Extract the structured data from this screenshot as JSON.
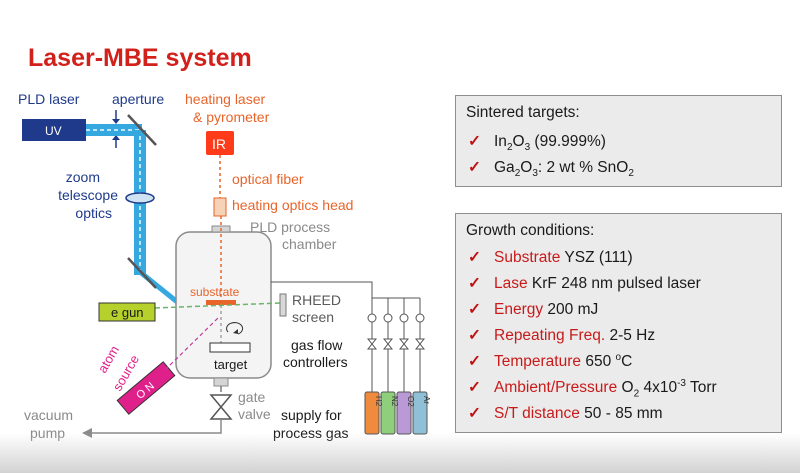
{
  "title": "Laser-MBE system",
  "diagram": {
    "pld_laser": "PLD laser",
    "uv": "UV",
    "aperture": "aperture",
    "zoom_1": "zoom",
    "zoom_2": "telescope",
    "zoom_3": "optics",
    "heating_laser_1": "heating laser",
    "heating_laser_2": "& pyrometer",
    "ir": "IR",
    "optical_fiber": "optical fiber",
    "heating_optics_head": "heating optics head",
    "pld_chamber_1": "PLD process",
    "pld_chamber_2": "chamber",
    "substrate": "substrate",
    "rheed_1": "RHEED",
    "rheed_2": "screen",
    "e_gun": "e gun",
    "atom_source_1": "atom",
    "atom_source_2": "source",
    "on": "O N",
    "target": "target",
    "gas_flow_1": "gas flow",
    "gas_flow_2": "controllers",
    "gate_valve_1": "gate",
    "gate_valve_2": "valve",
    "vacuum_pump_1": "vacuum",
    "vacuum_pump_2": "pump",
    "supply_1": "supply for",
    "supply_2": "process gas",
    "cyl_h2": "H2",
    "cyl_n2": "N2",
    "cyl_o2": "O2",
    "cyl_ar": "Ar"
  },
  "sintered_targets": {
    "heading": "Sintered targets:",
    "items": [
      {
        "pre": "In",
        "s1": "2",
        "mid": "O",
        "s2": "3",
        "post": "  (99.999%)"
      },
      {
        "pre": "Ga",
        "s1": "2",
        "mid": "O",
        "s2": "3",
        "post": ": 2 wt %  SnO",
        "s3": "2"
      }
    ]
  },
  "growth_conditions": {
    "heading": "Growth conditions:",
    "substrate": {
      "label": "Substrate",
      "value": "  YSZ (111)"
    },
    "laser": {
      "label": "Lase",
      "value": " KrF 248 nm pulsed laser"
    },
    "energy": {
      "label": "Energy",
      "value": " 200 mJ"
    },
    "freq": {
      "label": "Repeating Freq.",
      "value": " 2-5 Hz"
    },
    "temp": {
      "label": "Temperature",
      "value": "  650 ",
      "sup": "o",
      "unit": "C"
    },
    "pressure": {
      "label": "Ambient/Pressure",
      "pre": "  O",
      "sub": "2",
      "num": " 4x10",
      "sup": "-3",
      "unit": " Torr"
    },
    "distance": {
      "label": "S/T distance",
      "value": "  50 - 85 mm"
    }
  },
  "check_mark": "✓",
  "colors": {
    "title": "#d2201b",
    "label_red": "#c81a1a",
    "navy": "#1f3a8a",
    "laser_blue": "#35a8e0",
    "heating_orange": "#e8642a",
    "gray_text": "#8a8a8a"
  }
}
